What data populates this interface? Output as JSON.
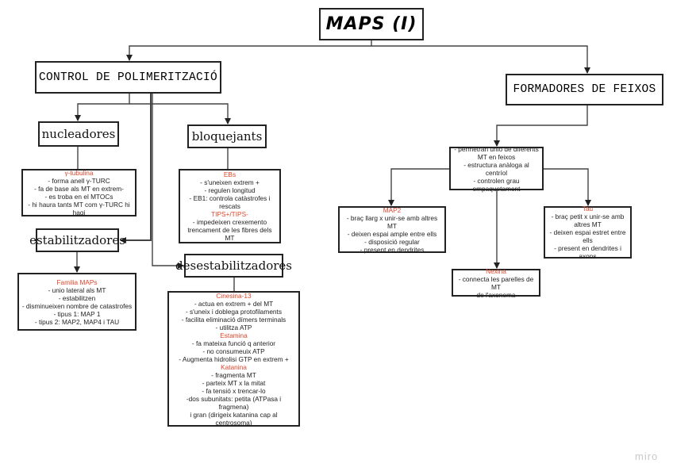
{
  "title": "MAPS (I)",
  "control": {
    "label": "CONTROL DE POLIMERITZACIÓ",
    "nucleadores": {
      "label": "nucleadores",
      "note_title": "γ-tubulina",
      "lines": [
        "- forma anell γ-TURC",
        "- fa de base als MT en extrem-",
        "- es troba en el MTOCs",
        "- hi haura tants MT com γ-TURC hi hagi"
      ]
    },
    "bloquejants": {
      "label": "bloquejants",
      "sections": [
        {
          "title": "EBs",
          "lines": [
            "- s'uneixen extrem +",
            "- regulen longitud",
            "- EB1: controla catàstrofes i",
            "rescats"
          ]
        },
        {
          "title": "TIPS+/TIPS-",
          "lines": [
            "- impedeixen crexemento",
            "trencament de les fibres dels MT"
          ]
        }
      ]
    },
    "estabilitzadores": {
      "label": "estabilitzadores",
      "note_title": "Familia MAPs",
      "lines": [
        "- unio lateral als MT",
        "- estabilitzen",
        "- disminueixen nombre de catastrofes",
        "- tipus 1: MAP 1",
        "- tipus 2: MAP2, MAP4 i TAU"
      ]
    },
    "desestabilitzadores": {
      "label": "desestabilitzadores",
      "sections": [
        {
          "title": "Cinesina-13",
          "lines": [
            "- actua en extrem + del MT",
            "- s'uneix i doblega protofilaments",
            "- facilita eliminació dímers terminals",
            "- utilitza ATP"
          ]
        },
        {
          "title": "Estamina",
          "lines": [
            "- fa mateixa funció q anterior",
            "- no consumeuix ATP",
            "- Augmenta hidrolisi GTP en extrem +"
          ]
        },
        {
          "title": "Katanina",
          "lines": [
            "- fragmenta MT",
            "- parteix MT x la mitat",
            "- fa tensió x trencar-lo",
            "-dos subunitats: petita (ATPasa i fragmena)",
            "i gran (dirigeix katanina cap al centrosoma)"
          ]
        }
      ]
    }
  },
  "formadores": {
    "label": "FORMADORES DE FEIXOS",
    "desc_lines": [
      "- permetran unio de diferents",
      "MT en feixos",
      "- estructura anàloga al centríol",
      "- controlen grau",
      "empaquetament"
    ],
    "map2": {
      "title": "MAP2",
      "lines": [
        "- braç llarg x unir-se amb altres MT",
        "- deixen espai ample entre ells",
        "- disposició regular",
        "- present en dendrites"
      ]
    },
    "tau": {
      "title": "Tau",
      "lines": [
        "- braç petit x unir-se amb",
        "altres MT",
        "- deixen espai estret entre ells",
        "- present en dendrites i axons"
      ]
    },
    "nexina": {
      "title": "Nexina",
      "lines": [
        "- connecta les parelles de MT",
        "de l'axonema"
      ]
    }
  },
  "watermark": "miro",
  "colors": {
    "accent": "#e2452a",
    "border": "#222222"
  }
}
